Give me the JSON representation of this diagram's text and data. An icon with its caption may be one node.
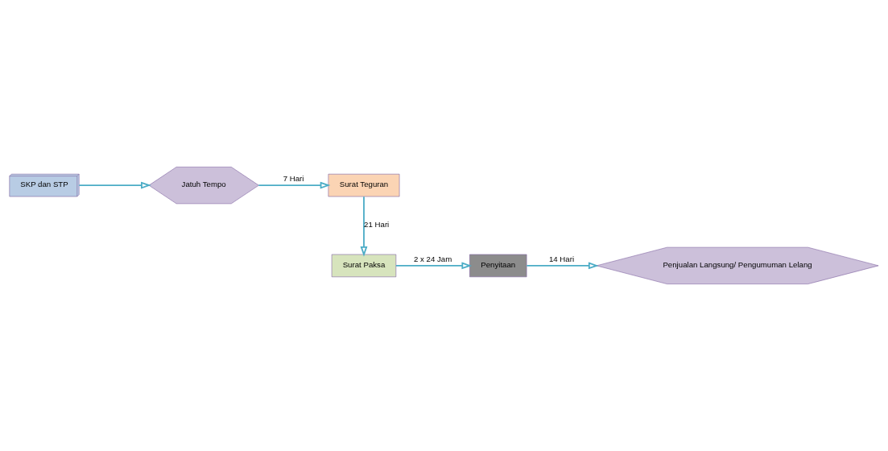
{
  "diagram": {
    "nodes": [
      {
        "text": [
          "SKP dan STP"
        ]
      },
      {
        "text": [
          "Jatuh Tempo"
        ]
      },
      {
        "text": [
          "Surat Teguran"
        ]
      },
      {
        "text": [
          "Surat Paksa"
        ]
      },
      {
        "text": [
          "Penyitaan"
        ]
      },
      {
        "text": [
          "Penjualan Langsung/ Pengumuman Lelang"
        ]
      }
    ],
    "edges": [
      {
        "from": 0,
        "to": 1,
        "arrow": "to"
      },
      {
        "from": 1,
        "to": 2,
        "arrow": "to",
        "label": "7 Hari"
      },
      {
        "from": 2,
        "to": 3,
        "arrow": "to",
        "label": "21 Hari"
      },
      {
        "from": 3,
        "to": 4,
        "arrow": "to",
        "label": "2 x 24 Jam"
      },
      {
        "from": 4,
        "to": 5,
        "arrow": "to",
        "label": "14 Hari"
      }
    ]
  }
}
